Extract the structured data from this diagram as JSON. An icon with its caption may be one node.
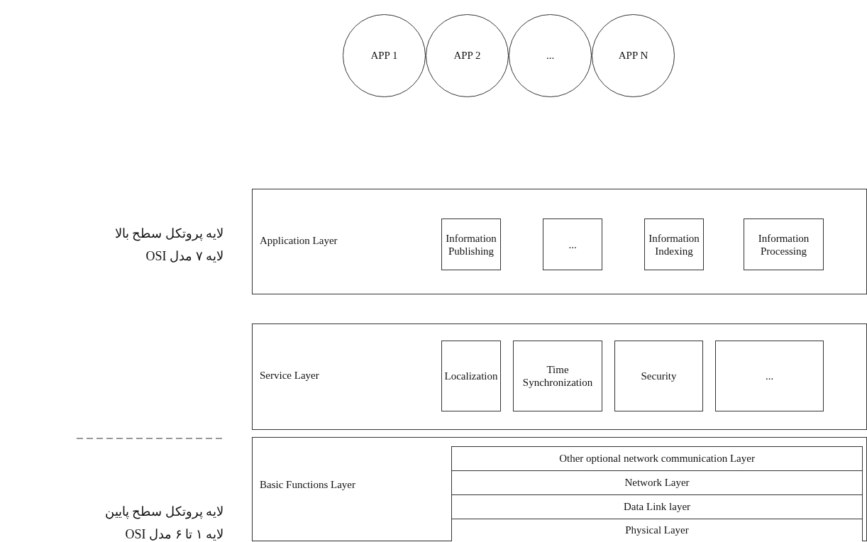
{
  "diagram": {
    "nodes": [
      {
        "text": [
          "APP 1"
        ]
      },
      {
        "text": [
          "APP 2"
        ]
      },
      {
        "text": [
          "..."
        ]
      },
      {
        "text": [
          "APP N"
        ]
      },
      {
        "text": [
          "Application Layer"
        ]
      },
      {
        "text": [
          "Information Publishing"
        ],
        "in": 4
      },
      {
        "text": [
          "..."
        ],
        "in": 4
      },
      {
        "text": [
          "Information Indexing"
        ],
        "in": 4
      },
      {
        "text": [
          "Information Processing"
        ],
        "in": 4
      },
      {
        "text": [
          "Service Layer"
        ]
      },
      {
        "text": [
          "Localization"
        ],
        "in": 9
      },
      {
        "text": [
          "Time Synchronization"
        ],
        "in": 9
      },
      {
        "text": [
          "Security"
        ],
        "in": 9
      },
      {
        "text": [
          "..."
        ],
        "in": 9
      },
      {
        "text": [
          "Basic Functions Layer"
        ]
      },
      {
        "text": [
          "Other optional network communication Layer"
        ],
        "in": 14
      },
      {
        "text": [
          "Network Layer"
        ],
        "in": 14
      },
      {
        "text": [
          "Data Link layer"
        ],
        "in": 14
      },
      {
        "text": [
          "Physical Layer"
        ],
        "in": 14
      }
    ],
    "edges": [],
    "labels": [
      "لایه پروتکل سطح بالا",
      "لایه ۷ مدل OSI",
      "لایه پروتکل سطح پایین",
      "لایه ۱ تا ۶ مدل OSI"
    ]
  }
}
